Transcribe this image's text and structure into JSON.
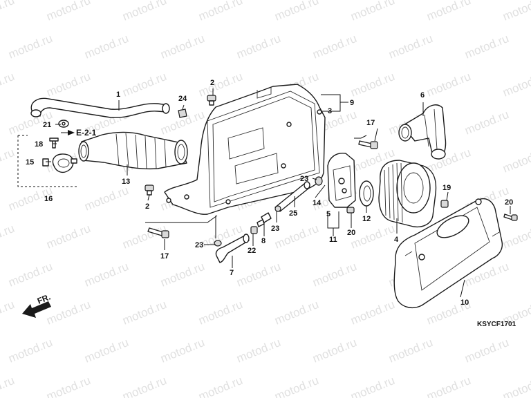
{
  "watermark": {
    "text": "motod.ru"
  },
  "diagram_code": "KSYCF1701",
  "reference": "E-2-1",
  "direction_label": "FR.",
  "callouts": [
    {
      "id": "c1",
      "text": "1"
    },
    {
      "id": "c2a",
      "text": "2"
    },
    {
      "id": "c2b",
      "text": "2"
    },
    {
      "id": "c3",
      "text": "3"
    },
    {
      "id": "c4",
      "text": "4"
    },
    {
      "id": "c5",
      "text": "5"
    },
    {
      "id": "c6",
      "text": "6"
    },
    {
      "id": "c7",
      "text": "7"
    },
    {
      "id": "c8",
      "text": "8"
    },
    {
      "id": "c9",
      "text": "9"
    },
    {
      "id": "c10",
      "text": "10"
    },
    {
      "id": "c11",
      "text": "11"
    },
    {
      "id": "c12",
      "text": "12"
    },
    {
      "id": "c13",
      "text": "13"
    },
    {
      "id": "c14",
      "text": "14"
    },
    {
      "id": "c15",
      "text": "15"
    },
    {
      "id": "c16",
      "text": "16"
    },
    {
      "id": "c17a",
      "text": "17"
    },
    {
      "id": "c17b",
      "text": "17"
    },
    {
      "id": "c18",
      "text": "18"
    },
    {
      "id": "c19",
      "text": "19"
    },
    {
      "id": "c20a",
      "text": "20"
    },
    {
      "id": "c20b",
      "text": "20"
    },
    {
      "id": "c21",
      "text": "21"
    },
    {
      "id": "c22",
      "text": "22"
    },
    {
      "id": "c23a",
      "text": "23"
    },
    {
      "id": "c23b",
      "text": "23"
    },
    {
      "id": "c23c",
      "text": "23"
    },
    {
      "id": "c24",
      "text": "24"
    },
    {
      "id": "c25",
      "text": "25"
    }
  ]
}
